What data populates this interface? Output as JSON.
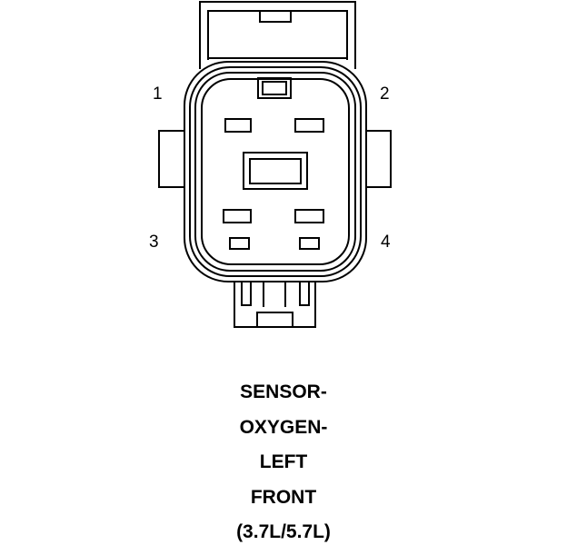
{
  "pin_labels": [
    "1",
    "2",
    "3",
    "4"
  ],
  "caption": {
    "line1": "SENSOR-",
    "line2": "OXYGEN-",
    "line3": "LEFT",
    "line4": "FRONT",
    "line5": "(3.7L/5.7L)"
  },
  "colors": {
    "stroke": "#000000",
    "background": "#ffffff"
  }
}
